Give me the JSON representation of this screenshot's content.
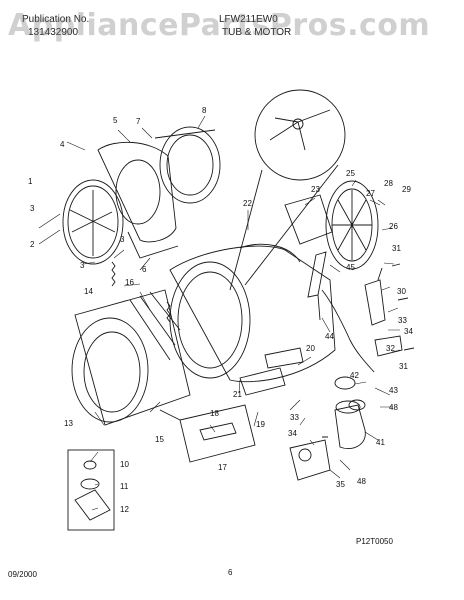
{
  "header": {
    "pub_label": "Publication No.",
    "pub_number": "131432900",
    "model": "LFW211EW0",
    "section": "TUB & MOTOR"
  },
  "watermark": "AppliancePartsPros.com",
  "drawing_code": "P12T0050",
  "date": "09/2000",
  "page_number": "6",
  "callouts": [
    "1",
    "2",
    "3",
    "3",
    "3",
    "4",
    "5",
    "6",
    "7",
    "8",
    "10",
    "11",
    "12",
    "13",
    "14",
    "15",
    "16",
    "17",
    "18",
    "19",
    "20",
    "21",
    "22",
    "23",
    "25",
    "26",
    "27",
    "28",
    "29",
    "30",
    "31",
    "31",
    "32",
    "33",
    "33",
    "34",
    "34",
    "35",
    "41",
    "42",
    "43",
    "44",
    "45",
    "48",
    "48"
  ],
  "colors": {
    "line": "#1a1a1a",
    "watermark": "#8a8a8a"
  }
}
